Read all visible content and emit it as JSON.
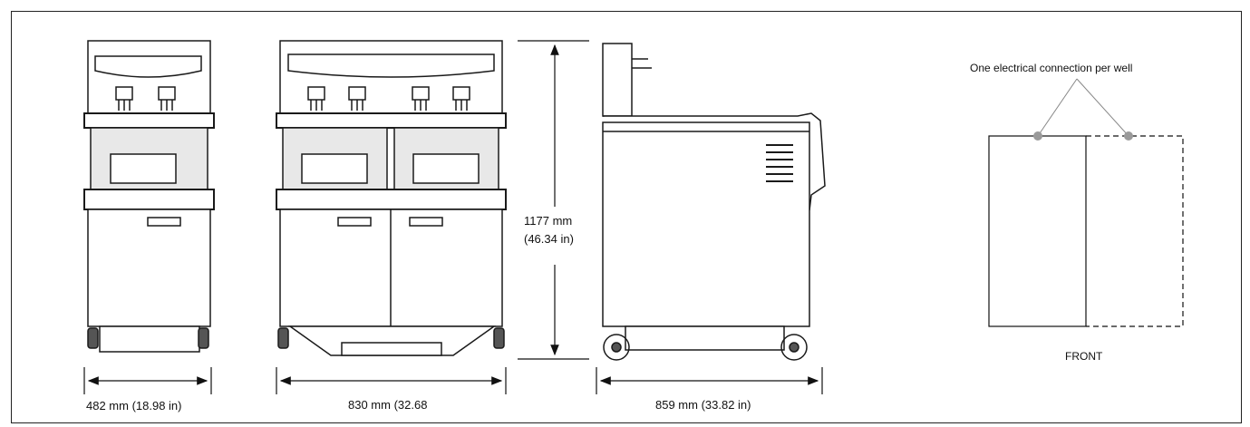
{
  "dimensions": {
    "single_width": "482 mm (18.98 in)",
    "double_width": "830 mm (32.68",
    "depth": "859 mm (33.82 in)",
    "height_mm": "1177 mm",
    "height_in": "(46.34 in)"
  },
  "wiring": {
    "annotation": "One electrical connection per well",
    "front_label": "FRONT"
  },
  "colors": {
    "line": "#1a1a1a",
    "panel": "#e8e8e8",
    "dot": "#9a9a9a"
  }
}
